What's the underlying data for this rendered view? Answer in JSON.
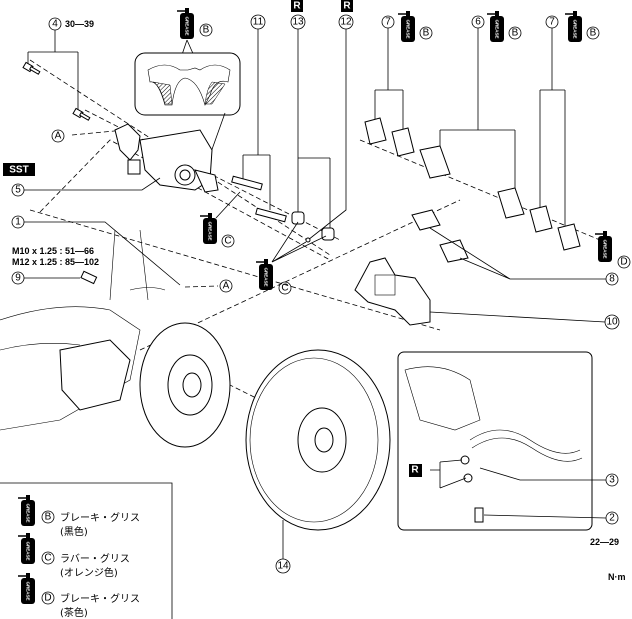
{
  "callouts": {
    "c1": "1",
    "c2": "2",
    "c3": "3",
    "c4": "4",
    "c5": "5",
    "c6": "6",
    "c7a": "7",
    "c7b": "7",
    "c8": "8",
    "c9": "9",
    "c10": "10",
    "c11": "11",
    "c12": "12",
    "c13": "13",
    "c14": "14"
  },
  "letters": {
    "A": "A",
    "B": "B",
    "C": "C",
    "D": "D"
  },
  "badges": {
    "R": "R",
    "SST": "SST"
  },
  "torques": {
    "bolt4": "30—39",
    "m10": "M10 x 1.25 : 51—66",
    "m12": "M12 x 1.25 : 85—102",
    "bolt2": "22—29",
    "unit": "N·m"
  },
  "legend": {
    "items": [
      {
        "letter": "B",
        "name": "ブレーキ・グリス",
        "color": "(黒色)"
      },
      {
        "letter": "C",
        "name": "ラバー・グリス",
        "color": "(オレンジ色)"
      },
      {
        "letter": "D",
        "name": "ブレーキ・グリス",
        "color": "(茶色)"
      }
    ]
  },
  "grease_can_label": "GREASE",
  "colors": {
    "ink": "#000000",
    "paper": "#ffffff"
  }
}
